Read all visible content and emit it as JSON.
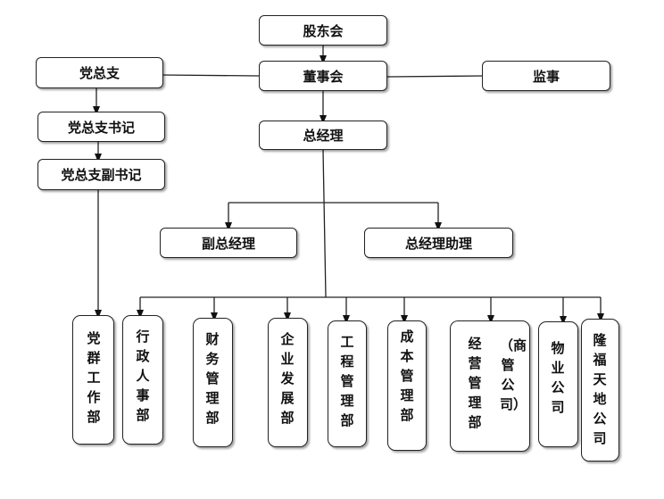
{
  "nodes": {
    "shareholders": "股东会",
    "board": "董事会",
    "supervisor": "监事",
    "party_branch": "党总支",
    "party_secretary": "党总支书记",
    "party_deputy_secretary": "党总支副书记",
    "general_manager": "总经理",
    "deputy_gm": "副总经理",
    "gm_assistant": "总经理助理"
  },
  "departments": [
    "党群工作部",
    "行政人事部",
    "财务管理部",
    "企业发展部",
    "工程管理部",
    "成本管理部",
    "经营管理部",
    "（商管公司）",
    "物业公司",
    "隆福天地公司"
  ]
}
